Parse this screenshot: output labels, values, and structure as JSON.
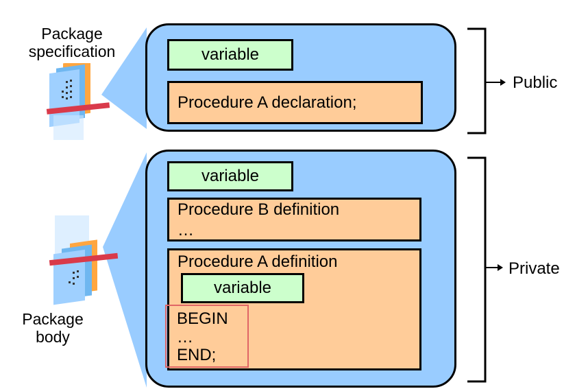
{
  "labels": {
    "spec_line1": "Package",
    "spec_line2": "specification",
    "body_line1": "Package",
    "body_line2": "body"
  },
  "spec": {
    "variable": "variable",
    "procedure_decl": "Procedure A declaration;"
  },
  "body": {
    "variable": "variable",
    "proc_b_line1": "Procedure B definition",
    "proc_b_line2": "…",
    "proc_a_line1": "Procedure A definition",
    "proc_a_variable": "variable",
    "begin": "BEGIN",
    "ellipsis": "…",
    "end": "END;"
  },
  "scopes": {
    "public": "Public",
    "private": "Private"
  },
  "colors": {
    "panel": "#99ccff",
    "variable": "#ccffcc",
    "procedure": "#ffcc99",
    "highlight": "#e06666"
  }
}
